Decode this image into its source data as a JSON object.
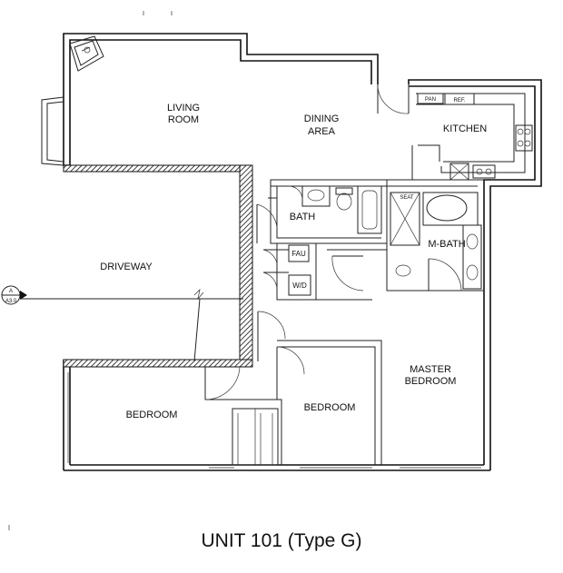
{
  "rooms": {
    "living_room": [
      "LIVING",
      "ROOM"
    ],
    "dining_area": [
      "DINING",
      "AREA"
    ],
    "kitchen": "KITCHEN",
    "bath": "BATH",
    "m_bath": "M-BATH",
    "driveway": "DRIVEWAY",
    "bedroom_left": "BEDROOM",
    "bedroom_center": "BEDROOM",
    "master_bedroom": [
      "MASTER",
      "BEDROOM"
    ]
  },
  "fixtures": {
    "pan": "PAN",
    "ref": "REF.",
    "seat": "SEAT",
    "fau": "FAU",
    "washer_dryer": "W/D"
  },
  "section_marker": [
    "A",
    "A3.0"
  ],
  "title": "UNIT 101 (Type G)"
}
